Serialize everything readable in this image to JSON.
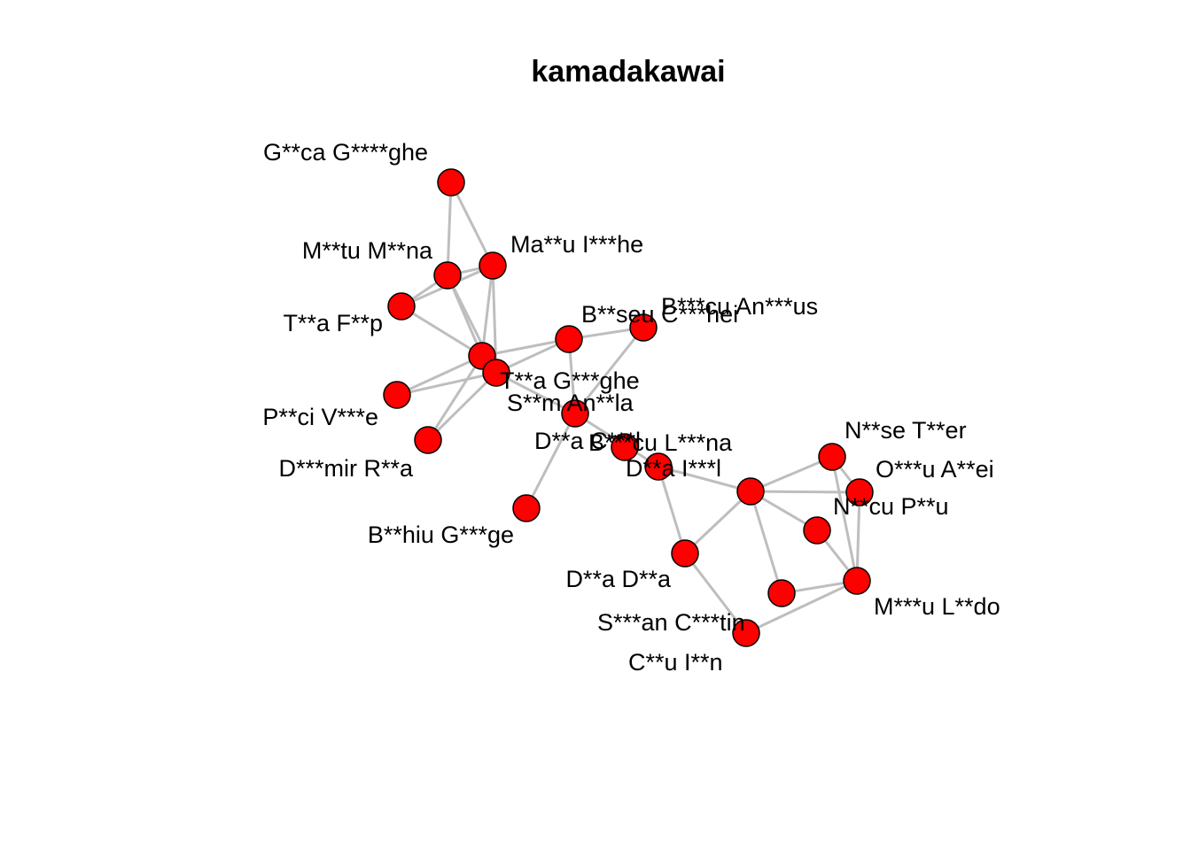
{
  "title": "kamadakawai",
  "colors": {
    "node_fill": "#ff0000",
    "node_stroke": "#000000",
    "edge": "#bebebe"
  },
  "nodes": [
    {
      "id": "G**ca G****ghe"
    },
    {
      "id": "Ma**u I***he"
    },
    {
      "id": "M**tu M**na"
    },
    {
      "id": "T**a F**p"
    },
    {
      "id": "hub"
    },
    {
      "id": "T**a G***ghe"
    },
    {
      "id": "P**ci V***e"
    },
    {
      "id": "D***mir R**a"
    },
    {
      "id": "B**seu C***hei"
    },
    {
      "id": "B***cu An***us"
    },
    {
      "id": "S**m An**la"
    },
    {
      "id": "D**a C***l"
    },
    {
      "id": "B***cu L***na"
    },
    {
      "id": "B**hiu G***ge"
    },
    {
      "id": "D**a I***l"
    },
    {
      "id": "N**se T**er"
    },
    {
      "id": "O***u A**ei"
    },
    {
      "id": "N**cu P**u"
    },
    {
      "id": "D**a D**a"
    },
    {
      "id": "M***u L**do"
    },
    {
      "id": "S***an C***tin"
    },
    {
      "id": "C**u I**n"
    }
  ],
  "labels": [
    {
      "node": "G**ca G****ghe",
      "text": "G**ca G****ghe"
    },
    {
      "node": "Ma**u I***he",
      "text": "Ma**u I***he"
    },
    {
      "node": "M**tu M**na",
      "text": "M**tu M**na"
    },
    {
      "node": "T**a F**p",
      "text": "T**a F**p"
    },
    {
      "node": "T**a G***ghe",
      "text": "T**a G***ghe"
    },
    {
      "node": "P**ci V***e",
      "text": "P**ci V***e"
    },
    {
      "node": "D***mir R**a",
      "text": "D***mir R**a"
    },
    {
      "node": "B**seu C***hei",
      "text": "B**seu C***hei"
    },
    {
      "node": "B***cu An***us",
      "text": "B***cu An***us"
    },
    {
      "node": "S**m An**la",
      "text": "S**m An**la"
    },
    {
      "node": "D**a C***l",
      "text": "D**a C***l"
    },
    {
      "node": "B***cu L***na",
      "text": "B***cu L***na"
    },
    {
      "node": "B**hiu G***ge",
      "text": "B**hiu G***ge"
    },
    {
      "node": "D**a I***l",
      "text": "D**a I***l"
    },
    {
      "node": "N**se T**er",
      "text": "N**se T**er"
    },
    {
      "node": "O***u A**ei",
      "text": "O***u A**ei"
    },
    {
      "node": "N**cu P**u",
      "text": "N**cu P**u"
    },
    {
      "node": "D**a D**a",
      "text": "D**a D**a"
    },
    {
      "node": "M***u L**do",
      "text": "M***u L**do"
    },
    {
      "node": "S***an C***tin",
      "text": "S***an C***tin"
    },
    {
      "node": "C**u I**n",
      "text": "C**u I**n"
    }
  ],
  "edges": [
    [
      "G**ca G****ghe",
      "Ma**u I***he"
    ],
    [
      "G**ca G****ghe",
      "M**tu M**na"
    ],
    [
      "M**tu M**na",
      "Ma**u I***he"
    ],
    [
      "T**a F**p",
      "M**tu M**na"
    ],
    [
      "T**a F**p",
      "Ma**u I***he"
    ],
    [
      "T**a F**p",
      "hub"
    ],
    [
      "M**tu M**na",
      "hub"
    ],
    [
      "M**tu M**na",
      "T**a G***ghe"
    ],
    [
      "Ma**u I***he",
      "hub"
    ],
    [
      "Ma**u I***he",
      "T**a G***ghe"
    ],
    [
      "hub",
      "T**a G***ghe"
    ],
    [
      "hub",
      "B**seu C***hei"
    ],
    [
      "hub",
      "P**ci V***e"
    ],
    [
      "hub",
      "D***mir R**a"
    ],
    [
      "T**a G***ghe",
      "P**ci V***e"
    ],
    [
      "T**a G***ghe",
      "D***mir R**a"
    ],
    [
      "T**a G***ghe",
      "B**seu C***hei"
    ],
    [
      "T**a G***ghe",
      "S**m An**la"
    ],
    [
      "B**seu C***hei",
      "B***cu An***us"
    ],
    [
      "B**seu C***hei",
      "S**m An**la"
    ],
    [
      "B***cu An***us",
      "S**m An**la"
    ],
    [
      "S**m An**la",
      "B**hiu G***ge"
    ],
    [
      "S**m An**la",
      "D**a I***l"
    ],
    [
      "D**a I***l",
      "B***cu L***na"
    ],
    [
      "D**a I***l",
      "D**a D**a"
    ],
    [
      "B***cu L***na",
      "D**a D**a"
    ],
    [
      "B***cu L***na",
      "N**se T**er"
    ],
    [
      "B***cu L***na",
      "O***u A**ei"
    ],
    [
      "B***cu L***na",
      "N**cu P**u"
    ],
    [
      "B***cu L***na",
      "S***an C***tin"
    ],
    [
      "N**se T**er",
      "O***u A**ei"
    ],
    [
      "N**se T**er",
      "M***u L**do"
    ],
    [
      "O***u A**ei",
      "M***u L**do"
    ],
    [
      "N**cu P**u",
      "M***u L**do"
    ],
    [
      "S***an C***tin",
      "M***u L**do"
    ],
    [
      "D**a D**a",
      "C**u I**n"
    ],
    [
      "C**u I**n",
      "M***u L**do"
    ]
  ]
}
